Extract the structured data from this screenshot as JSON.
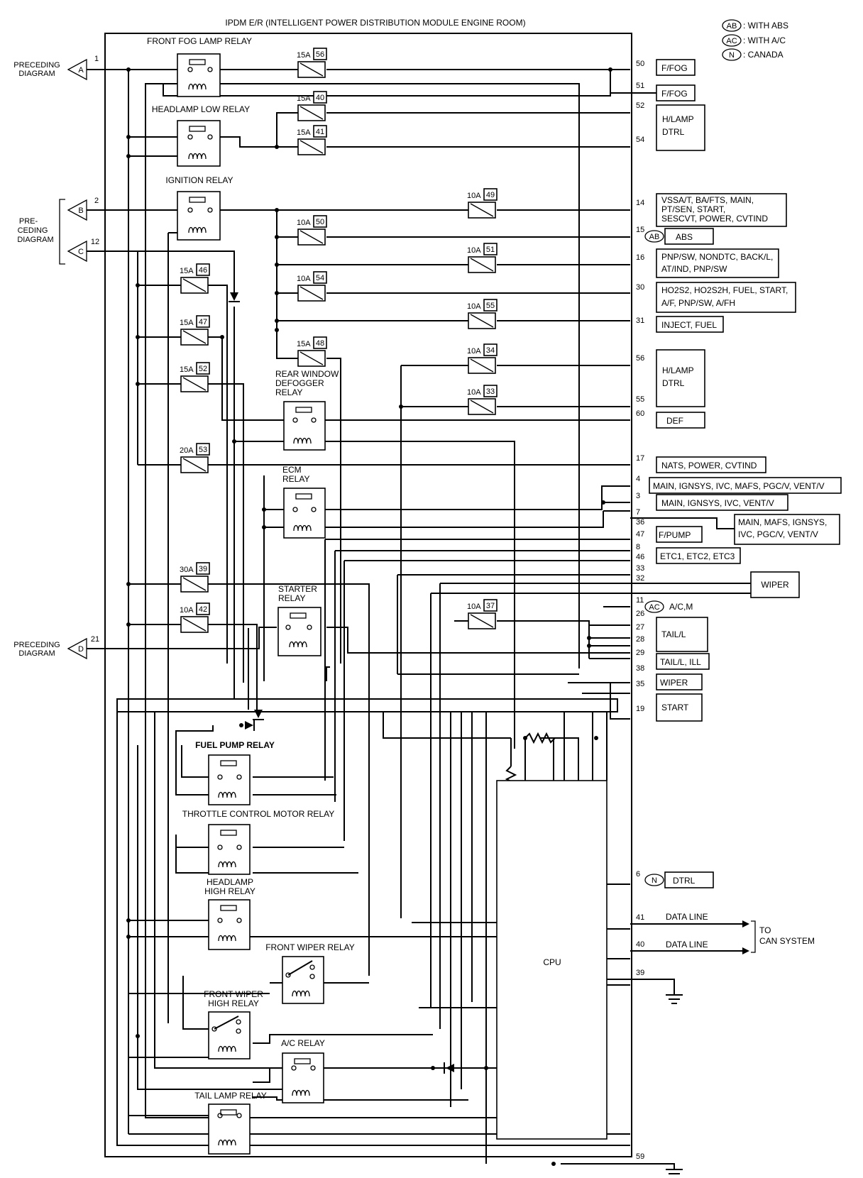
{
  "title": "IPDM E/R (INTELLIGENT POWER DISTRIBUTION MODULE ENGINE ROOM)",
  "legend": [
    {
      "code": "AB",
      "text": ": WITH ABS"
    },
    {
      "code": "AC",
      "text": ": WITH A/C"
    },
    {
      "code": "N",
      "text": ": CANADA"
    }
  ],
  "connectors": {
    "A": {
      "letter": "A",
      "pin": "1",
      "label1": "PRECEDING",
      "label2": "DIAGRAM"
    },
    "B": {
      "letter": "B",
      "pin": "2"
    },
    "C": {
      "letter": "C",
      "pin": "12"
    },
    "BC": {
      "label1": "PRE-",
      "label2": "CEDING",
      "label3": "DIAGRAM"
    },
    "D": {
      "letter": "D",
      "pin": "21",
      "label1": "PRECEDING",
      "label2": "DIAGRAM"
    }
  },
  "relays": [
    {
      "name": "FRONT FOG LAMP RELAY"
    },
    {
      "name": "HEADLAMP LOW RELAY"
    },
    {
      "name": "IGNITION RELAY"
    },
    {
      "name1": "REAR WINDOW",
      "name2": "DEFOGGER",
      "name3": "RELAY"
    },
    {
      "name1": "ECM",
      "name2": "RELAY"
    },
    {
      "name1": "STARTER",
      "name2": "RELAY"
    },
    {
      "name": "FUEL PUMP RELAY"
    },
    {
      "name": "THROTTLE CONTROL MOTOR RELAY"
    },
    {
      "name1": "HEADLAMP",
      "name2": "HIGH RELAY"
    },
    {
      "name": "FRONT WIPER RELAY"
    },
    {
      "name1": "FRONT WIPER",
      "name2": "HIGH RELAY"
    },
    {
      "name": "A/C RELAY"
    },
    {
      "name": "TAIL LAMP RELAY"
    }
  ],
  "fuses": [
    {
      "amp": "15A",
      "num": "56"
    },
    {
      "amp": "15A",
      "num": "40"
    },
    {
      "amp": "15A",
      "num": "41"
    },
    {
      "amp": "10A",
      "num": "49"
    },
    {
      "amp": "10A",
      "num": "50"
    },
    {
      "amp": "10A",
      "num": "51"
    },
    {
      "amp": "10A",
      "num": "54"
    },
    {
      "amp": "10A",
      "num": "55"
    },
    {
      "amp": "15A",
      "num": "48"
    },
    {
      "amp": "10A",
      "num": "34"
    },
    {
      "amp": "10A",
      "num": "33"
    },
    {
      "amp": "15A",
      "num": "46"
    },
    {
      "amp": "15A",
      "num": "47"
    },
    {
      "amp": "15A",
      "num": "52"
    },
    {
      "amp": "20A",
      "num": "53"
    },
    {
      "amp": "30A",
      "num": "39"
    },
    {
      "amp": "10A",
      "num": "42"
    },
    {
      "amp": "10A",
      "num": "37"
    }
  ],
  "pins": [
    "50",
    "51",
    "52",
    "54",
    "14",
    "15",
    "16",
    "30",
    "31",
    "56",
    "55",
    "60",
    "17",
    "4",
    "3",
    "7",
    "36",
    "47",
    "8",
    "46",
    "33",
    "32",
    "11",
    "26",
    "27",
    "28",
    "29",
    "38",
    "35",
    "19",
    "6",
    "41",
    "40",
    "39",
    "59"
  ],
  "outputs": {
    "ffog1": "F/FOG",
    "ffog2": "F/FOG",
    "hlamp1_l1": "H/LAMP",
    "hlamp1_l2": "DTRL",
    "p14_l1": "VSSA/T, BA/FTS, MAIN,",
    "p14_l2": "PT/SEN, START,",
    "p14_l3": "SESCVT, POWER, CVTIND",
    "abs": "ABS",
    "p16_l1": "PNP/SW, NONDTC, BACK/L,",
    "p16_l2": "AT/IND, PNP/SW",
    "p30_l1": "HO2S2, HO2S2H, FUEL, START,",
    "p30_l2": "A/F, PNP/SW, A/FH",
    "p31": "INJECT, FUEL",
    "hlamp2_l1": "H/LAMP",
    "hlamp2_l2": "DTRL",
    "def": "DEF",
    "p17": "NATS, POWER, CVTIND",
    "p4": "MAIN, IGNSYS, IVC, MAFS, PGC/V, VENT/V",
    "p3": "MAIN, IGNSYS, IVC, VENT/V",
    "p7_l1": "MAIN, MAFS, IGNSYS,",
    "p7_l2": "IVC, PGC/V, VENT/V",
    "fpump": "F/PUMP",
    "etc": "ETC1, ETC2, ETC3",
    "wiper1": "WIPER",
    "acm": "A/C,M",
    "tail": "TAIL/L",
    "tailill": "TAIL/L, ILL",
    "wiper2": "WIPER",
    "start": "START",
    "dtrl": "DTRL",
    "dataline1": "DATA LINE",
    "dataline2": "DATA LINE",
    "can1": "TO",
    "can2": "CAN SYSTEM",
    "cpu": "CPU"
  }
}
